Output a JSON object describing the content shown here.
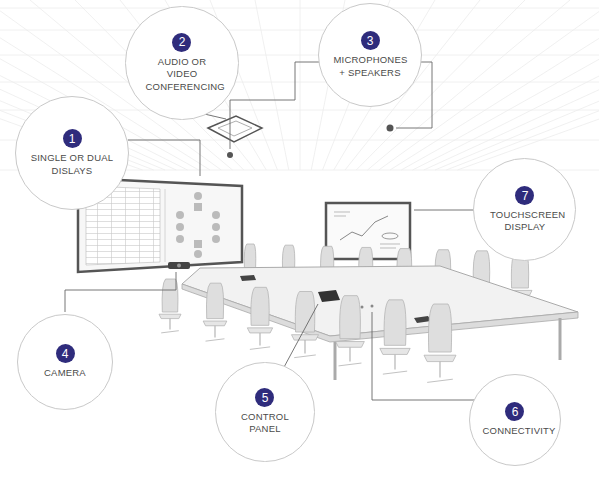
{
  "diagram": {
    "nodes": [
      {
        "text": [
          "1",
          "SINGLE OR DUAL DISLAYS"
        ]
      },
      {
        "text": [
          "2",
          "AUDIO OR VIDEO CONFERENCING"
        ]
      },
      {
        "text": [
          "3",
          "MICROPHONES + SPEAKERS"
        ]
      },
      {
        "text": [
          "4",
          "CAMERA"
        ]
      },
      {
        "text": [
          "5",
          "CONTROL PANEL"
        ]
      },
      {
        "text": [
          "6",
          "CONNECTIVITY"
        ]
      },
      {
        "text": [
          "7",
          "TOUCHSCREEN DISPLAY"
        ]
      }
    ]
  }
}
